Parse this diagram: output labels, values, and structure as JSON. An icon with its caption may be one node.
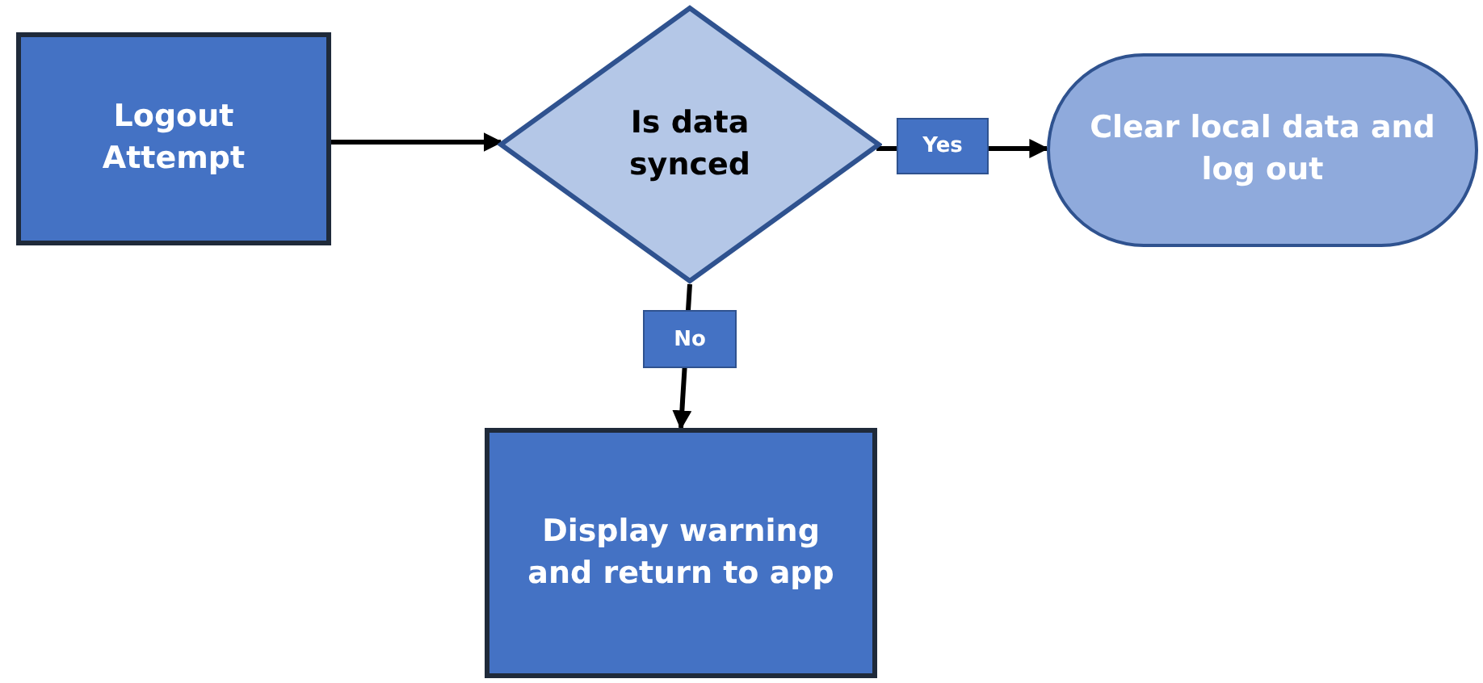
{
  "diagram": {
    "nodes": [
      {
        "text": [
          "Logout Attempt"
        ]
      },
      {
        "text": [
          "Is data synced"
        ]
      },
      {
        "text": [
          "Clear local data and log out"
        ]
      },
      {
        "text": [
          "Display warning and return to app"
        ]
      }
    ],
    "edges": [
      {
        "from": 0,
        "to": 1,
        "arrow": "to"
      },
      {
        "from": 1,
        "to": 2,
        "arrow": "to",
        "label": "Yes"
      },
      {
        "from": 1,
        "to": 3,
        "arrow": "to",
        "label": "No"
      }
    ]
  }
}
